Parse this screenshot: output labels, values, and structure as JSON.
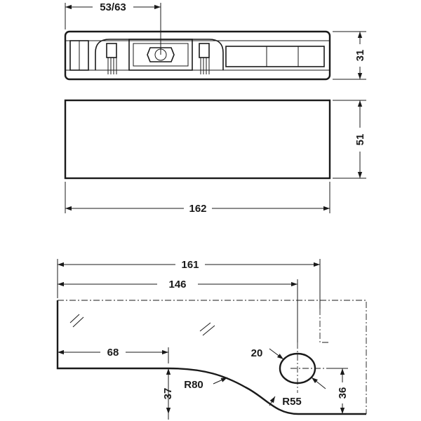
{
  "colors": {
    "line": "#1a1a1a",
    "background": "#ffffff",
    "fill": "#ffffff"
  },
  "dimensions": {
    "top_width": "53/63",
    "top_height": "31",
    "front_height": "51",
    "front_width": "162",
    "glass_width_161": "161",
    "glass_width_146": "146",
    "glass_width_68": "68",
    "hole_diameter": "20",
    "radius_r80": "R80",
    "radius_r55": "R55",
    "height_37": "37",
    "height_36": "36"
  }
}
